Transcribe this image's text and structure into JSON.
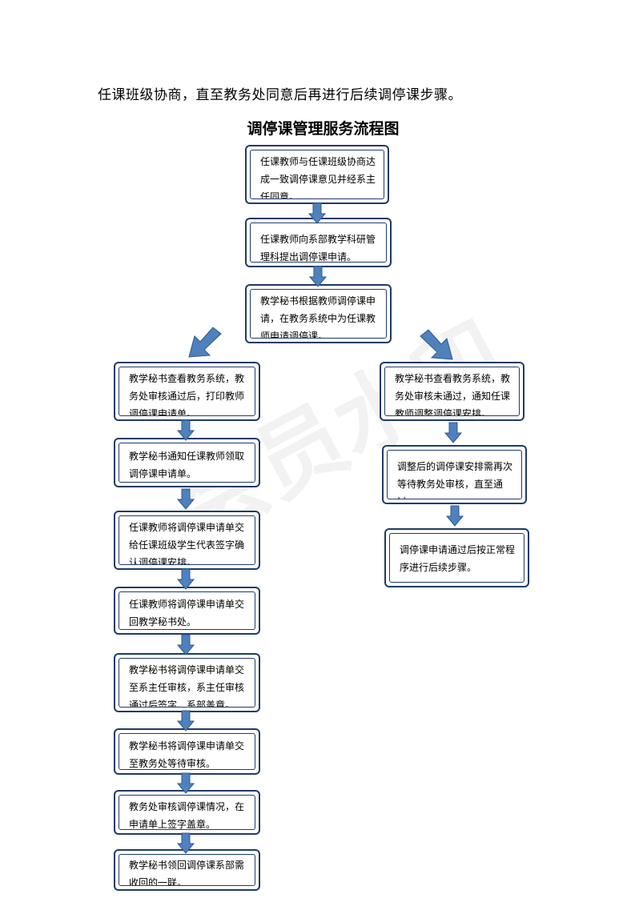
{
  "intro_text": "任课班级协商，直至教务处同意后再进行后续调停课步骤。",
  "title": "调停课管理服务流程图",
  "watermark": "会员水印",
  "colors": {
    "box_border": "#1f3a6b",
    "arrow_fill": "#4f81bd",
    "arrow_stroke": "#2c5a8c"
  },
  "steps": {
    "s1": "任课教师与任课班级协商达成一致调停课意见并经系主任同意。",
    "s2": "任课教师向系部教学科研管理科提出调停课申请。",
    "s3": "教学秘书根据教师调停课申请，在教务系统中为任课教师申请调停课。",
    "left": [
      "教学秘书查看教务系统，教务处审核通过后，打印教师调停课申请单。",
      "教学秘书通知任课教师领取调停课申请单。",
      "任课教师将调停课申请单交给任课班级学生代表签字确认调停课安排。",
      "任课教师将调停课申请单交回教学秘书处。",
      "教学秘书将调停课申请单交至系主任审核，系主任审核通过后签字、系部盖章。",
      "教学秘书将调停课申请单交至教务处等待审核。",
      "教务处审核调停课情况，在申请单上签字盖章。",
      "教学秘书领回调停课系部需收回的一联。"
    ],
    "right": [
      "教学秘书查看教务系统，教务处审核未通过，通知任课教师调整调停课安排。",
      "调整后的调停课安排需再次等待教务处审核，直至通过。",
      "调停课申请通过后按正常程序进行后续步骤。"
    ]
  }
}
